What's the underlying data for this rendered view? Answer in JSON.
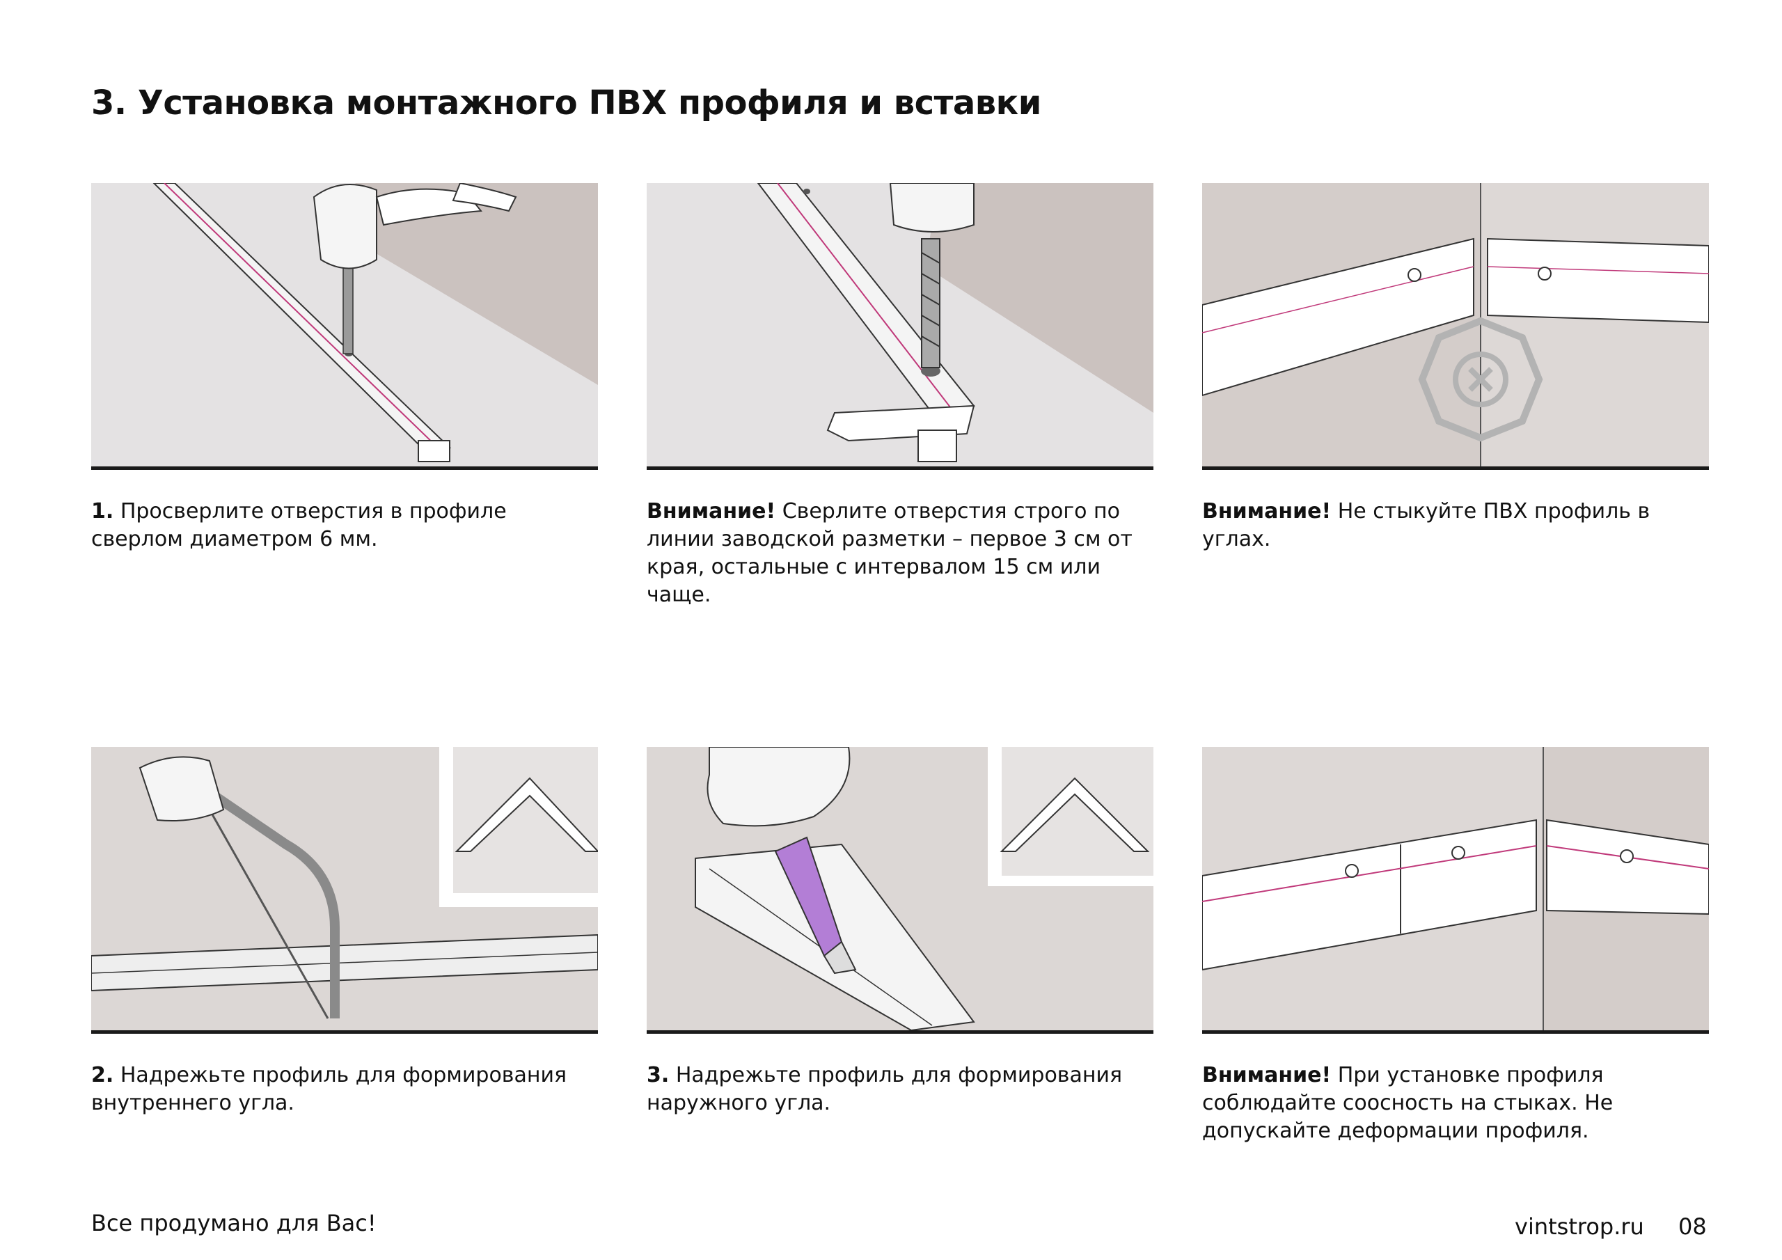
{
  "title": "3. Установка монтажного ПВХ профиля и вставки",
  "steps": [
    {
      "lead": "1.",
      "text": " Просверлите отверстия в профиле сверлом диаметром 6 мм."
    },
    {
      "lead": "Внимание!",
      "text": " Сверлите отверстия строго по линии заводской разметки – первое 3 см от края, остальные с интервалом 15 см или чаще."
    },
    {
      "lead": "Внимание!",
      "text": " Не стыкуйте ПВХ профиль в углах."
    },
    {
      "lead": "2.",
      "text": " Надрежьте профиль для формирования внутреннего угла."
    },
    {
      "lead": "3.",
      "text": " Надрежьте профиль для формирования наружного угла."
    },
    {
      "lead": "Внимание!",
      "text": " При установке профиля соблюдайте соосность на стыках. Не допускайте деформации профиля."
    }
  ],
  "footer": {
    "slogan": "Все продумано для Вас!",
    "site": "vintstrop.ru",
    "page": "08"
  },
  "colors": {
    "background": "#ffffff",
    "text": "#111111",
    "illustration_bg": "#d9d5d3",
    "marking_line": "#c0397a",
    "knife_handle": "#b37ed6",
    "forbidden_sign": "#b3b3b3"
  }
}
